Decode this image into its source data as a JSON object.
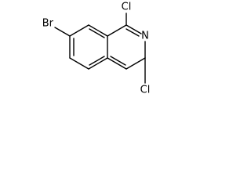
{
  "molecule": {
    "atoms": {
      "br": "Br",
      "cl_top": "Cl",
      "n": "N",
      "cl_bottom": "Cl"
    }
  }
}
